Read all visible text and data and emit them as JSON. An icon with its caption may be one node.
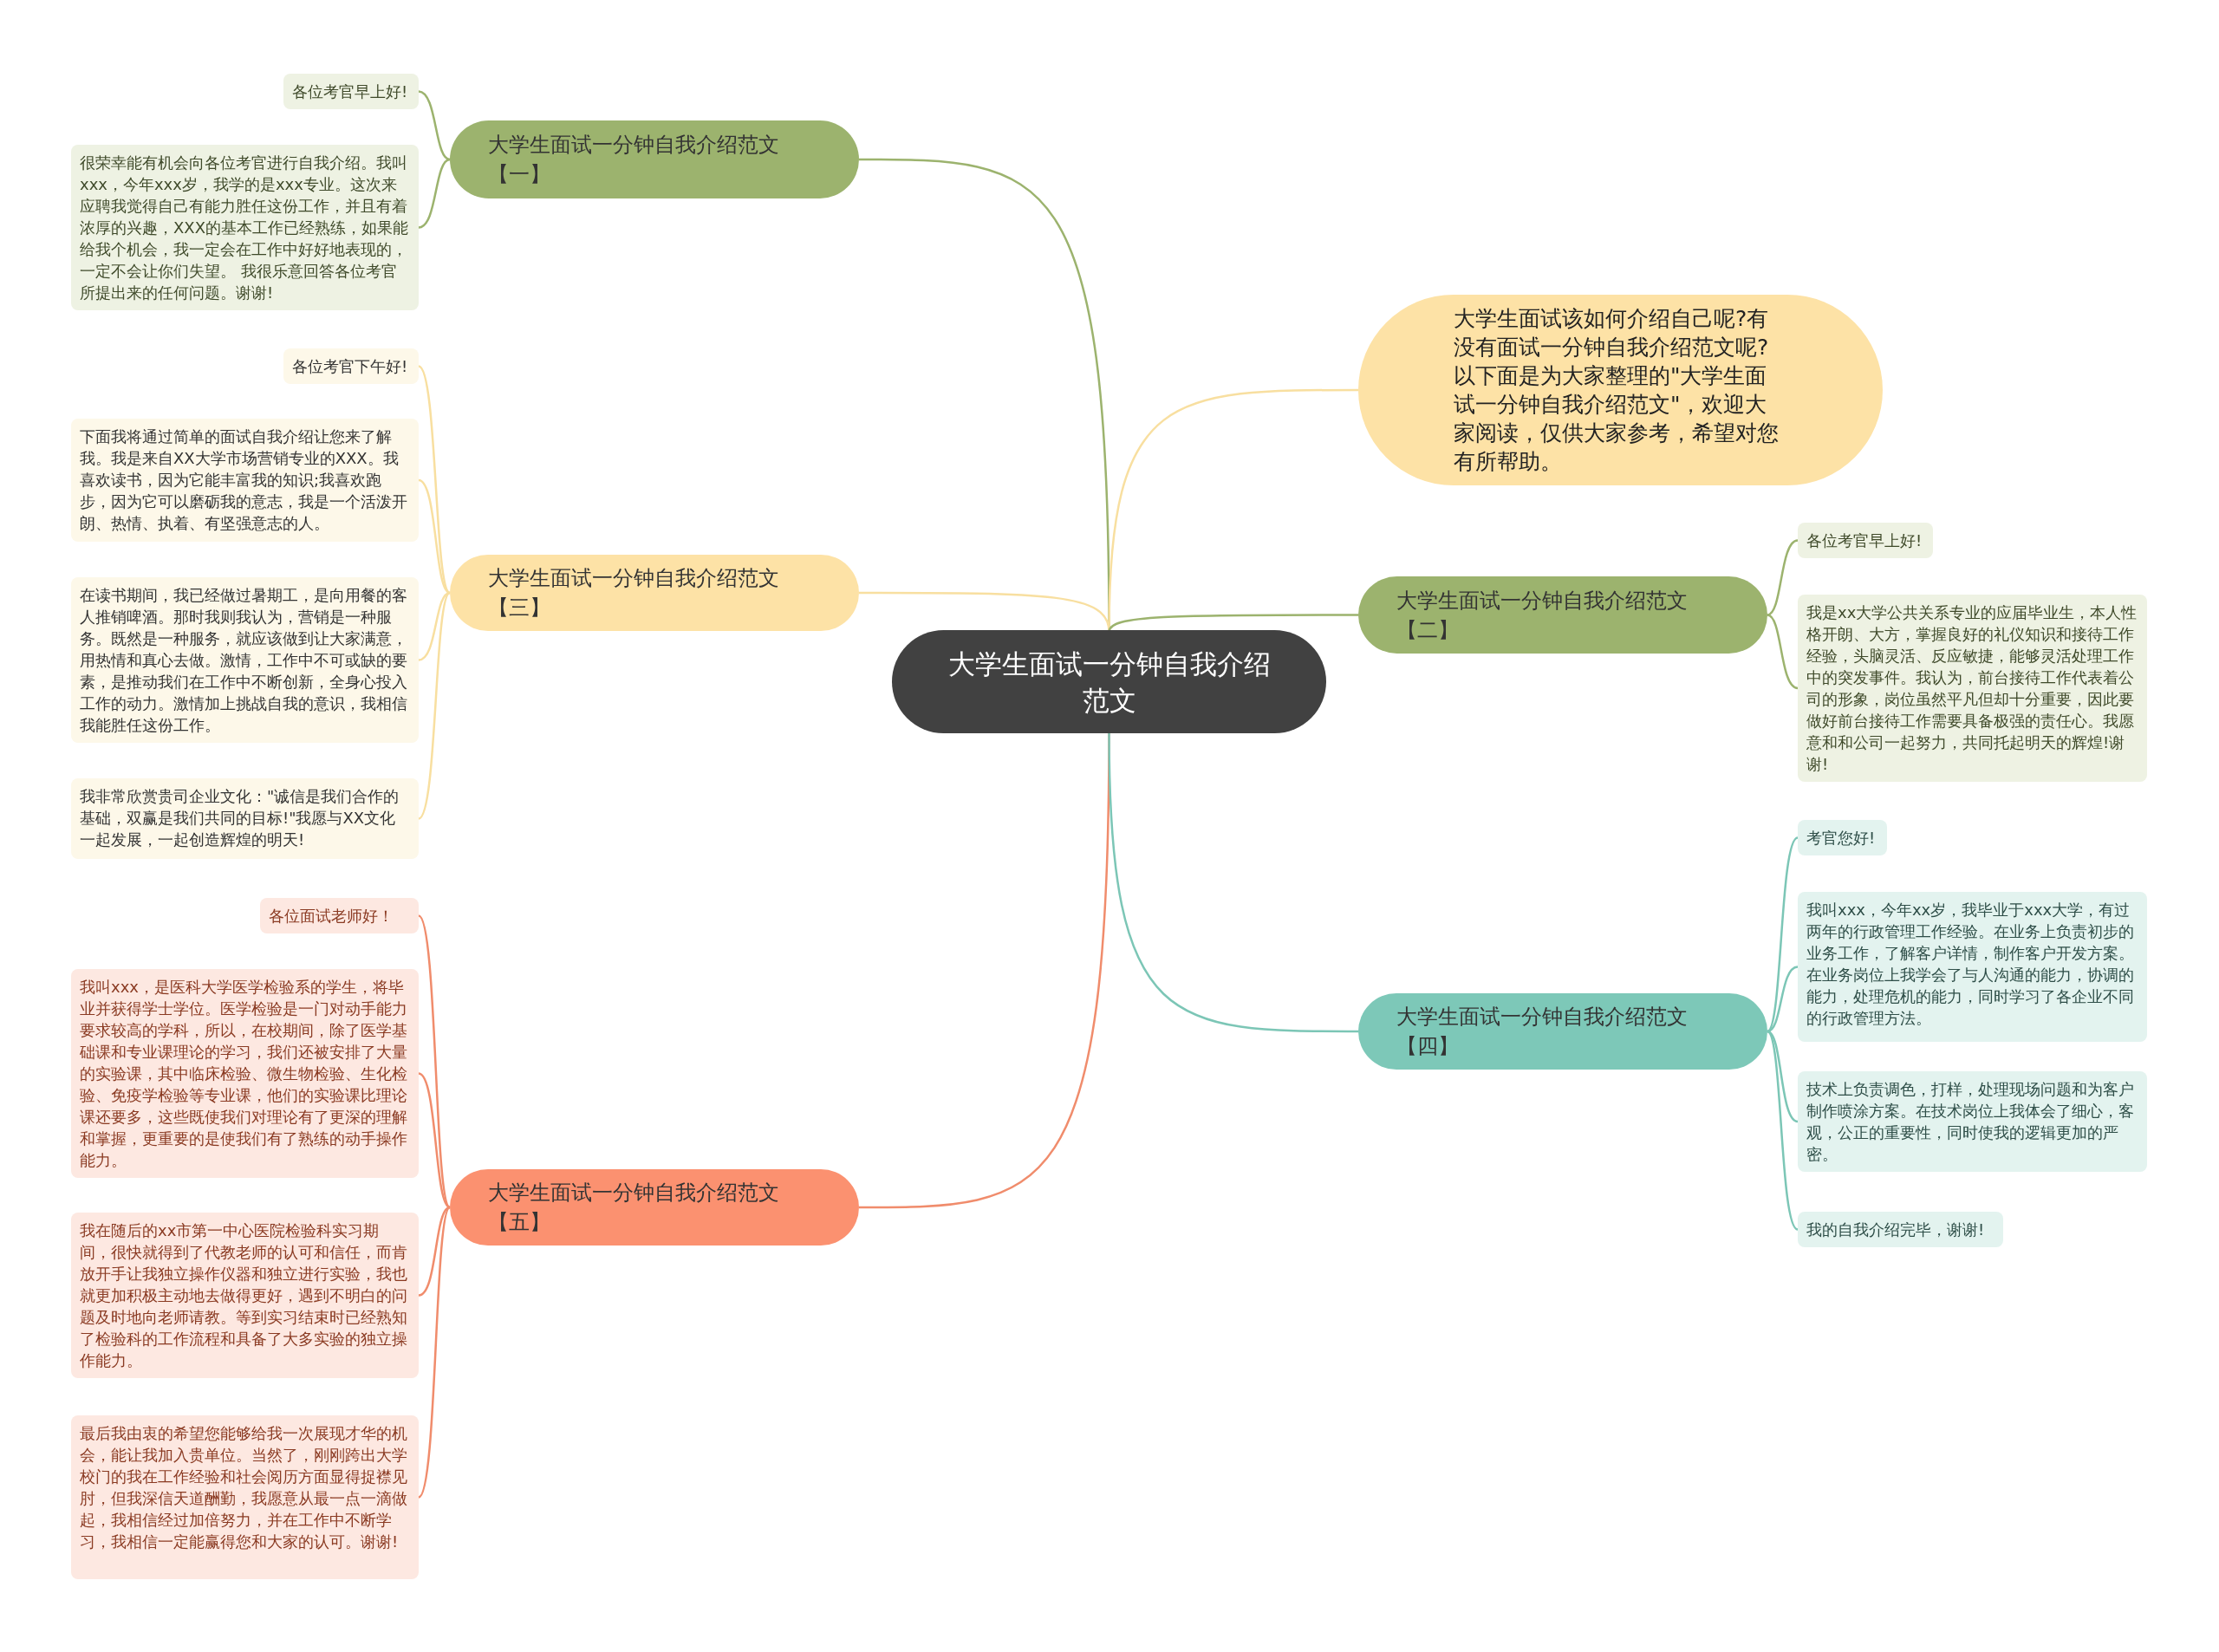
{
  "diagram": {
    "nodes": [
      {
        "text": [
          "大学生面试一分钟自我介绍范文"
        ]
      },
      {
        "text": [
          "大学生面试一分钟自我介绍范文【一】"
        ]
      },
      {
        "text": [
          "各位考官早上好!"
        ]
      },
      {
        "text": [
          "很荣幸能有机会向各位考官进行自我介绍。我叫xxx，今年xxx岁，我学的是xxx专业。这次来应聘我觉得自己有能力胜任这份工作，并且有着浓厚的兴趣，XXX的基本工作已经熟练，如果能给我个机会，我一定会在工作中好好地表现的，一定不会让你们失望。 我很乐意回答各位考官所提出来的任何问题。谢谢!"
        ]
      },
      {
        "text": [
          "大学生面试一分钟自我介绍范文【三】"
        ]
      },
      {
        "text": [
          "各位考官下午好!"
        ]
      },
      {
        "text": [
          "下面我将通过简单的面试自我介绍让您来了解我。我是来自XX大学市场营销专业的XXX。我喜欢读书，因为它能丰富我的知识;我喜欢跑步，因为它可以磨砺我的意志，我是一个活泼开朗、热情、执着、有坚强意志的人。"
        ]
      },
      {
        "text": [
          "在读书期间，我已经做过暑期工，是向用餐的客人推销啤酒。那时我则我认为，营销是一种服务。既然是一种服务，就应该做到让大家满意，用热情和真心去做。激情，工作中不可或缺的要素，是推动我们在工作中不断创新，全身心投入工作的动力。激情加上挑战自我的意识，我相信我能胜任这份工作。"
        ]
      },
      {
        "text": [
          "我非常欣赏贵司企业文化：\"诚信是我们合作的基础，双赢是我们共同的目标!\"我愿与XX文化一起发展，一起创造辉煌的明天!"
        ]
      },
      {
        "text": [
          "大学生面试一分钟自我介绍范文【五】"
        ]
      },
      {
        "text": [
          "各位面试老师好！"
        ]
      },
      {
        "text": [
          "我叫xxx，是医科大学医学检验系的学生，将毕业并获得学士学位。医学检验是一门对动手能力要求较高的学科，所以，在校期间，除了医学基础课和专业课理论的学习，我们还被安排了大量的实验课，其中临床检验、微生物检验、生化检验、免疫学检验等专业课，他们的实验课比理论课还要多，这些既使我们对理论有了更深的理解和掌握，更重要的是使我们有了熟练的动手操作能力。"
        ]
      },
      {
        "text": [
          "我在随后的xx市第一中心医院检验科实习期间，很快就得到了代教老师的认可和信任，而肯放开手让我独立操作仪器和独立进行实验，我也就更加积极主动地去做得更好，遇到不明白的问题及时地向老师请教。等到实习结束时已经熟知了检验科的工作流程和具备了大多实验的独立操作能力。"
        ]
      },
      {
        "text": [
          "最后我由衷的希望您能够给我一次展现才华的机会，能让我加入贵单位。当然了，刚刚跨出大学校门的我在工作经验和社会阅历方面显得捉襟见肘，但我深信天道酬勤，我愿意从最一点一滴做起，我相信经过加倍努力，并在工作中不断学习，我相信一定能赢得您和大家的认可。谢谢!"
        ]
      },
      {
        "text": [
          "大学生面试该如何介绍自己呢?有没有面试一分钟自我介绍范文呢?以下面是为大家整理的\"大学生面试一分钟自我介绍范文\"，欢迎大家阅读，仅供大家参考，希望对您有所帮助。"
        ]
      },
      {
        "text": [
          "大学生面试一分钟自我介绍范文【二】"
        ]
      },
      {
        "text": [
          "各位考官早上好!"
        ]
      },
      {
        "text": [
          "我是xx大学公共关系专业的应届毕业生，本人性格开朗、大方，掌握良好的礼仪知识和接待工作经验，头脑灵活、反应敏捷，能够灵活处理工作中的突发事件。我认为，前台接待工作代表着公司的形象，岗位虽然平凡但却十分重要，因此要做好前台接待工作需要具备极强的责任心。我愿意和和公司一起努力，共同托起明天的辉煌!谢谢!"
        ]
      },
      {
        "text": [
          "大学生面试一分钟自我介绍范文【四】"
        ]
      },
      {
        "text": [
          "考官您好!"
        ]
      },
      {
        "text": [
          "我叫xxx，今年xx岁，我毕业于xxx大学，有过两年的行政管理工作经验。在业务上负责初步的业务工作，了解客户详情，制作客户开发方案。在业务岗位上我学会了与人沟通的能力，协调的能力，处理危机的能力，同时学习了各企业不同的行政管理方法。"
        ]
      },
      {
        "text": [
          "技术上负责调色，打样，处理现场问题和为客户制作喷涂方案。在技术岗位上我体会了细心，客观，公正的重要性，同时使我的逻辑更加的严密。"
        ]
      },
      {
        "text": [
          "我的自我介绍完毕，谢谢!"
        ]
      }
    ],
    "edges": [
      {
        "from": 0,
        "to": 1,
        "arrow": "none",
        "color": "#9cb36e"
      },
      {
        "from": 1,
        "to": 2,
        "arrow": "none",
        "color": "#9cb36e"
      },
      {
        "from": 1,
        "to": 3,
        "arrow": "none",
        "color": "#9cb36e"
      },
      {
        "from": 0,
        "to": 4,
        "arrow": "none",
        "color": "#f8dfa0"
      },
      {
        "from": 4,
        "to": 5,
        "arrow": "none",
        "color": "#f8dfa0"
      },
      {
        "from": 4,
        "to": 6,
        "arrow": "none",
        "color": "#f8dfa0"
      },
      {
        "from": 4,
        "to": 7,
        "arrow": "none",
        "color": "#f8dfa0"
      },
      {
        "from": 4,
        "to": 8,
        "arrow": "none",
        "color": "#f8dfa0"
      },
      {
        "from": 0,
        "to": 9,
        "arrow": "none",
        "color": "#f08c6c"
      },
      {
        "from": 9,
        "to": 10,
        "arrow": "none",
        "color": "#f08c6c"
      },
      {
        "from": 9,
        "to": 11,
        "arrow": "none",
        "color": "#f08c6c"
      },
      {
        "from": 9,
        "to": 12,
        "arrow": "none",
        "color": "#f08c6c"
      },
      {
        "from": 9,
        "to": 13,
        "arrow": "none",
        "color": "#f08c6c"
      },
      {
        "from": 0,
        "to": 14,
        "arrow": "none",
        "color": "#f8dfa0"
      },
      {
        "from": 0,
        "to": 15,
        "arrow": "none",
        "color": "#9cb36e"
      },
      {
        "from": 15,
        "to": 16,
        "arrow": "none",
        "color": "#9cb36e"
      },
      {
        "from": 15,
        "to": 17,
        "arrow": "none",
        "color": "#9cb36e"
      },
      {
        "from": 0,
        "to": 18,
        "arrow": "none",
        "color": "#7cc6b6"
      },
      {
        "from": 18,
        "to": 19,
        "arrow": "none",
        "color": "#7cc6b6"
      },
      {
        "from": 18,
        "to": 20,
        "arrow": "none",
        "color": "#7cc6b6"
      },
      {
        "from": 18,
        "to": 21,
        "arrow": "none",
        "color": "#7cc6b6"
      },
      {
        "from": 18,
        "to": 22,
        "arrow": "none",
        "color": "#7cc6b6"
      }
    ]
  }
}
